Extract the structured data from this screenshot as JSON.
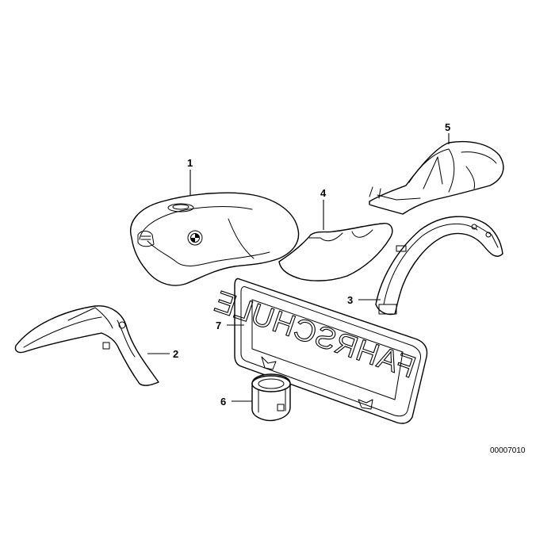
{
  "diagram": {
    "part_number": "00007010",
    "callouts": [
      "1",
      "2",
      "3",
      "4",
      "5",
      "6",
      "7"
    ],
    "plate_text": "FAHRSCHULE",
    "line_color": "#000000",
    "background": "#ffffff"
  }
}
